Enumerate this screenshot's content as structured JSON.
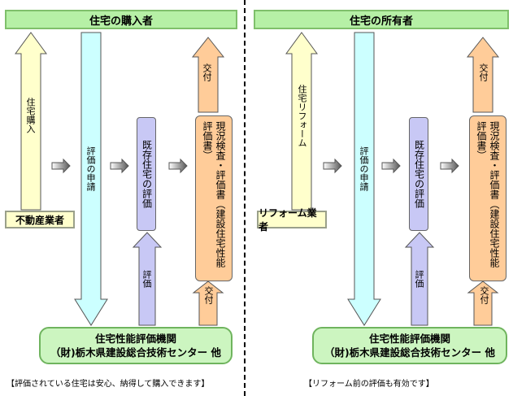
{
  "left": {
    "header": "住宅の購入者",
    "source_label": "不動産業者",
    "arrow_up_label": "住宅購入",
    "apply_label": "評価の申請",
    "existing_eval": "既存住宅の評価",
    "delivery_top": "交付",
    "report": "現況検査・評価書（建設住宅性能評価書）",
    "eval_up": "評価",
    "delivery_bottom": "交付",
    "org_line1": "住宅性能評価機関",
    "org_line2": "（財)栃木県建設総合技術センター 他",
    "note": "【評価されている住宅は安心、納得して購入できます】"
  },
  "right": {
    "header": "住宅の所有者",
    "source_label": "リフォーム業者",
    "arrow_up_label": "住宅リフォーム",
    "apply_label": "評価の申請",
    "existing_eval": "既存住宅の評価",
    "delivery_top": "交付",
    "report": "現況検査・評価書（建設住宅性能評価書）",
    "eval_up": "評価",
    "delivery_bottom": "交付",
    "org_line1": "住宅性能評価機関",
    "org_line2": "（財)栃木県建設総合技術センター 他",
    "note": "【リフォーム前の評価も有効です】"
  },
  "colors": {
    "header_fill": "#b6f0a6",
    "yellow_arrow": "#ffffcc",
    "blue_arrow": "#ccffff",
    "lavender": "#c8c8f5",
    "orange": "#ffcc99",
    "org_fill": "#ccf5c0"
  }
}
